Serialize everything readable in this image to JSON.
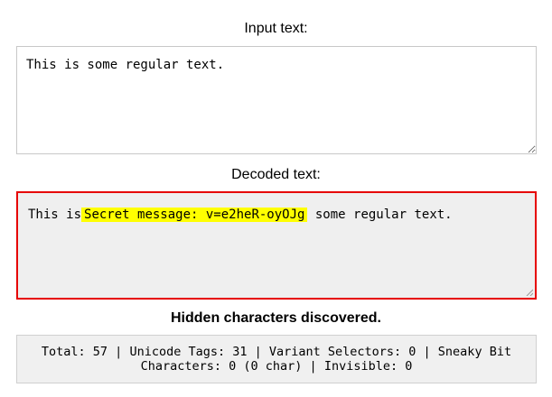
{
  "input": {
    "label": "Input text:",
    "value": "This is some regular text."
  },
  "decoded": {
    "label": "Decoded text:",
    "before": "This is",
    "hidden": "Secret message: v=e2heR-oyOJg",
    "after": " some regular text."
  },
  "hidden_heading": "Hidden characters discovered.",
  "stats": {
    "line1": "Total: 57 | Unicode Tags: 31 | Variant Selectors: 0 | Sneaky Bit",
    "line2": "Characters: 0 (0 char) | Invisible: 0"
  },
  "colors": {
    "decoded_border": "#e60000",
    "highlight": "#ffff00"
  },
  "icons": {
    "resize_handle": "resize-grip-icon"
  }
}
